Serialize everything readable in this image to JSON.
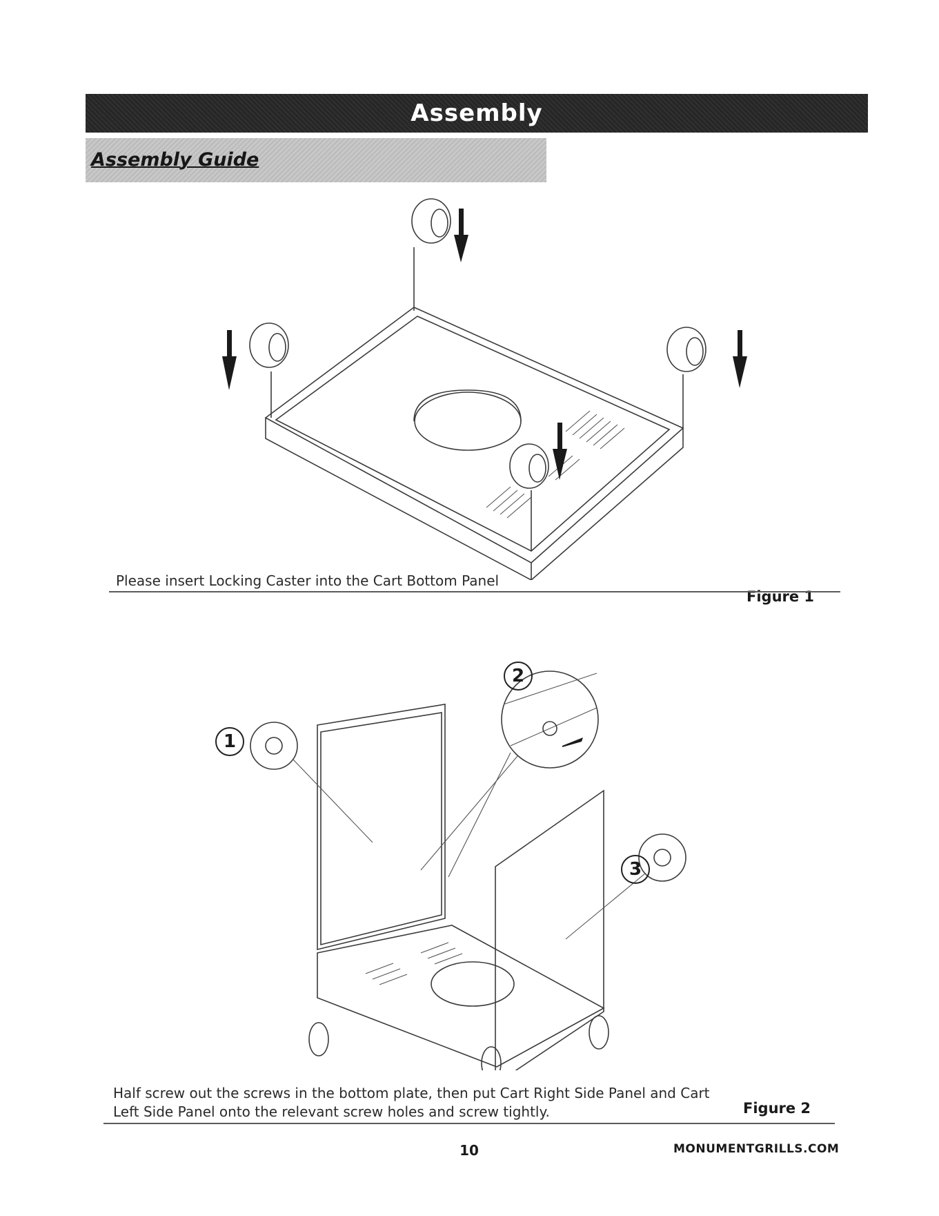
{
  "header": {
    "title": "Assembly"
  },
  "section": {
    "title": "Assembly Guide"
  },
  "figure1": {
    "caption": "Please insert Locking Caster into the Cart Bottom Panel",
    "label": "Figure 1"
  },
  "figure2": {
    "caption_line1": "Half screw out the screws in the bottom plate, then put Cart Right Side Panel and Cart",
    "caption_line2": "Left Side Panel onto the relevant screw holes and screw tightly.",
    "label": "Figure 2",
    "callouts": [
      "1",
      "2",
      "3"
    ]
  },
  "footer": {
    "page_number": "10",
    "website": "MONUMENTGRILLS.COM"
  },
  "colors": {
    "header_bg": "#262626",
    "subhead_bg": "#c8c8c8",
    "line_art": "#3a3a3a"
  }
}
